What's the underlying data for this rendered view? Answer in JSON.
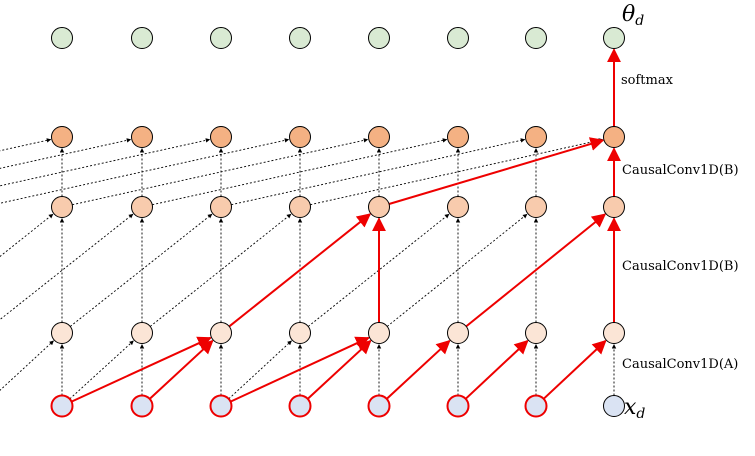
{
  "labels": {
    "theta": "θ",
    "theta_sub": "d",
    "x": "x",
    "x_sub": "d",
    "softmax": "softmax",
    "layer_b_top": "CausalConv1D(B)",
    "layer_b_mid": "CausalConv1D(B)",
    "layer_a": "CausalConv1D(A)"
  },
  "colors": {
    "input_fill": "#dae3f3",
    "layer1_fill": "#fbe5d6",
    "layer2_fill": "#f8cbad",
    "layer3_fill": "#f4b183",
    "output_fill": "#d9ead3",
    "highlight": "#ee0000",
    "edge": "#000000"
  },
  "layers": [
    {
      "name": "input",
      "fill_key": "input_fill",
      "highlighted_nodes": [
        0,
        1,
        2,
        3,
        4,
        5,
        6
      ]
    },
    {
      "name": "conv-a",
      "fill_key": "layer1_fill",
      "highlighted_nodes": []
    },
    {
      "name": "conv-b-1",
      "fill_key": "layer2_fill",
      "highlighted_nodes": []
    },
    {
      "name": "conv-b-2",
      "fill_key": "layer3_fill",
      "highlighted_nodes": []
    },
    {
      "name": "output",
      "fill_key": "output_fill",
      "highlighted_nodes": []
    }
  ],
  "node_count": 8,
  "dilations": [
    1,
    2,
    4
  ],
  "red_edges": [
    {
      "from": [
        0,
        0
      ],
      "to": [
        1,
        2
      ]
    },
    {
      "from": [
        0,
        1
      ],
      "to": [
        1,
        2
      ]
    },
    {
      "from": [
        0,
        2
      ],
      "to": [
        1,
        4
      ]
    },
    {
      "from": [
        0,
        3
      ],
      "to": [
        1,
        4
      ]
    },
    {
      "from": [
        0,
        4
      ],
      "to": [
        1,
        5
      ]
    },
    {
      "from": [
        0,
        5
      ],
      "to": [
        1,
        6
      ]
    },
    {
      "from": [
        0,
        6
      ],
      "to": [
        1,
        7
      ]
    },
    {
      "from": [
        1,
        2
      ],
      "to": [
        2,
        4
      ]
    },
    {
      "from": [
        1,
        4
      ],
      "to": [
        2,
        4
      ]
    },
    {
      "from": [
        1,
        5
      ],
      "to": [
        2,
        7
      ]
    },
    {
      "from": [
        1,
        7
      ],
      "to": [
        2,
        7
      ]
    },
    {
      "from": [
        2,
        4
      ],
      "to": [
        3,
        7
      ]
    },
    {
      "from": [
        2,
        7
      ],
      "to": [
        3,
        7
      ]
    },
    {
      "from": [
        3,
        7
      ],
      "to": [
        4,
        7
      ]
    }
  ]
}
